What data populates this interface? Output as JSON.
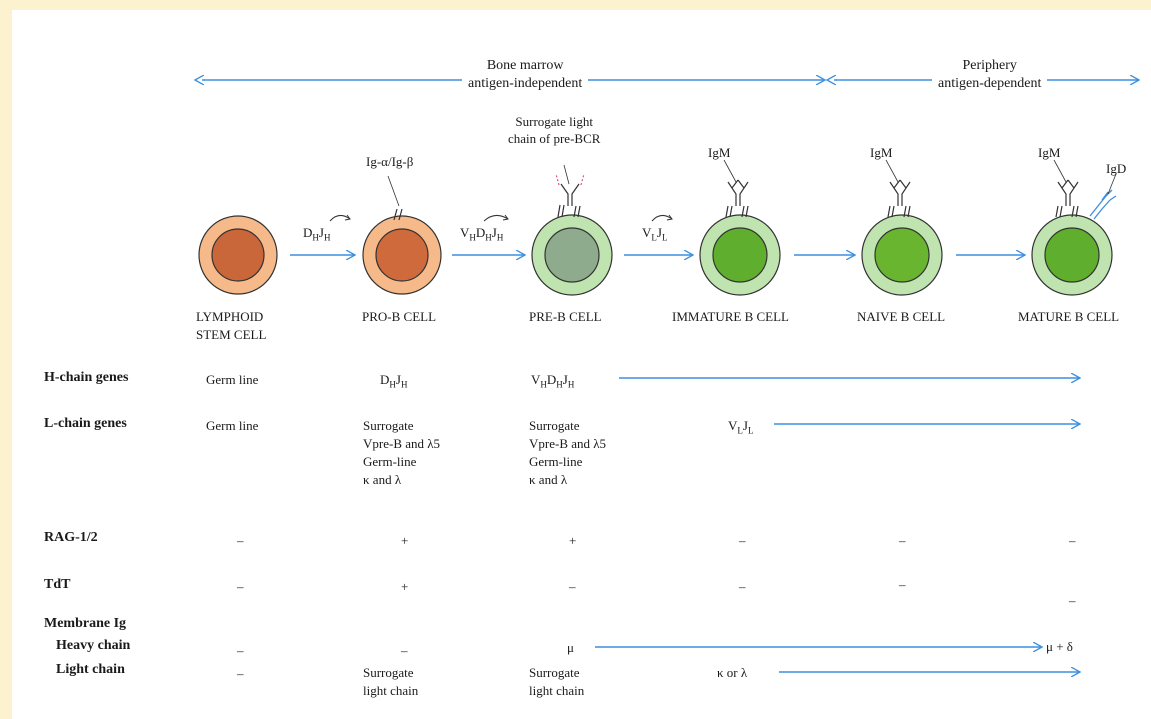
{
  "phases": {
    "bone_marrow": [
      "Bone marrow",
      "antigen-independent"
    ],
    "periphery": [
      "Periphery",
      "antigen-dependent"
    ]
  },
  "cells": [
    {
      "name": [
        "LYMPHOID",
        "STEM CELL"
      ],
      "color": "#c9663a"
    },
    {
      "name": [
        "PRO-B CELL"
      ],
      "color": "#cf6a3c"
    },
    {
      "name": [
        "PRE-B CELL"
      ],
      "color": "#8eab8d"
    },
    {
      "name": [
        "IMMATURE B CELL"
      ],
      "color": "#5fae2d"
    },
    {
      "name": [
        "NAIVE B CELL"
      ],
      "color": "#6ab52f"
    },
    {
      "name": [
        "MATURE B CELL"
      ],
      "color": "#5fae2d"
    }
  ],
  "annotations": {
    "ig_alpha_beta": "Ig-α/Ig-β",
    "surrogate": [
      "Surrogate light",
      "chain of pre-BCR"
    ],
    "igm": "IgM",
    "igd": "IgD"
  },
  "rearrangements": [
    "DHJH",
    "VHDHJH",
    "VLJL"
  ],
  "rows": {
    "h_chain": {
      "label": "H-chain genes",
      "germ_line": "Germ line",
      "pro_b": "DHJH",
      "pre_b": "VHDHJH"
    },
    "l_chain": {
      "label": "L-chain genes",
      "germ_line": "Germ line",
      "pro_b": [
        "Surrogate",
        "Vpre-B and λ5",
        "Germ-line",
        "κ and λ"
      ],
      "pre_b": [
        "Surrogate",
        "Vpre-B and λ5",
        "Germ-line",
        "κ and λ"
      ],
      "immature": "VLJL"
    },
    "rag": {
      "label": "RAG-1/2",
      "values": [
        "–",
        "+",
        "+",
        "–",
        "–",
        "–"
      ]
    },
    "tdt": {
      "label": "TdT",
      "values": [
        "–",
        "+",
        "–",
        "–",
        "–",
        "–"
      ]
    },
    "membrane": {
      "label": "Membrane Ig",
      "heavy_label": "Heavy chain",
      "light_label": "Light chain",
      "heavy": {
        "stem": "–",
        "pro_b": "–",
        "pre_b": "μ",
        "mature": "μ + δ"
      },
      "light": {
        "stem": "–",
        "pro_b": [
          "Surrogate",
          "light chain"
        ],
        "pre_b": [
          "Surrogate",
          "light chain"
        ],
        "immature": "κ or λ"
      }
    }
  },
  "colors": {
    "arrow": "#3b8fe0",
    "background": "#fdf2cf",
    "outer_orange": "#f6b98a",
    "outer_green": "#bfe4b0",
    "surrogate_pink": "#e0508a",
    "igd_blue": "#3b8fe0"
  }
}
